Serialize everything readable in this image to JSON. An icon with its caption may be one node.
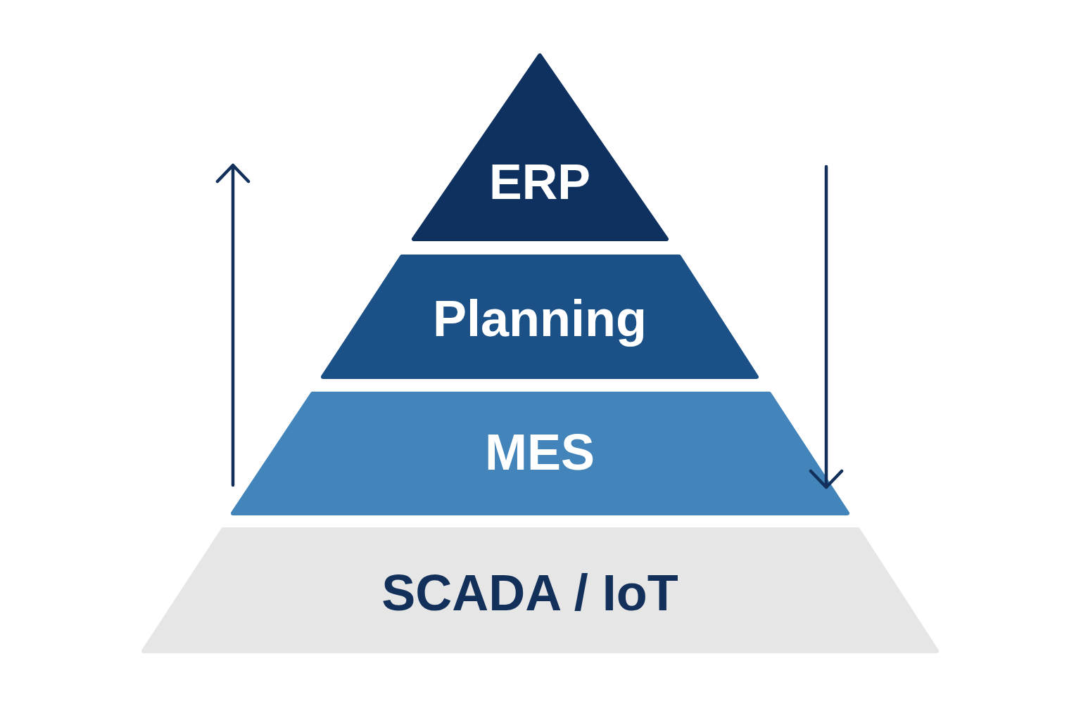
{
  "diagram": {
    "nodes": [
      {
        "text": [
          "ERP"
        ]
      },
      {
        "text": [
          "Planning"
        ]
      },
      {
        "text": [
          "MES"
        ]
      },
      {
        "text": [
          "SCADA / IoT"
        ]
      }
    ]
  }
}
